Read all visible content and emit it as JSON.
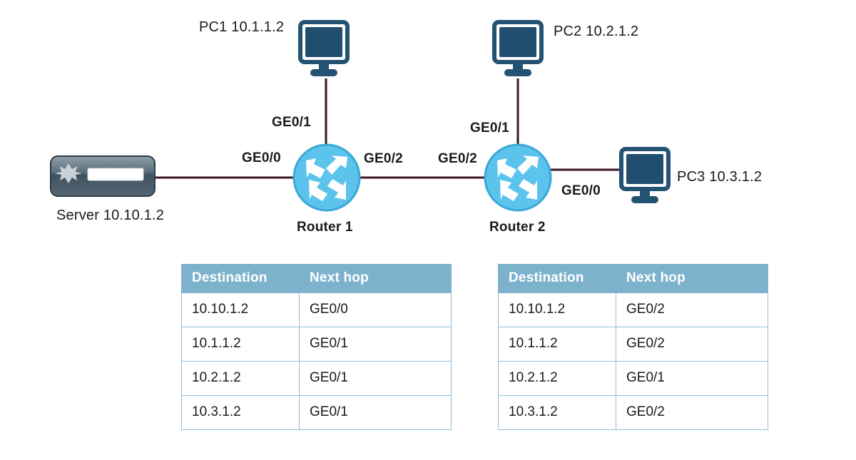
{
  "diagram": {
    "title": "Network routing diagram",
    "colors": {
      "router_fill": "#5cc3ec",
      "router_stroke": "#3aa8d6",
      "pc_body": "#245272",
      "pc_screen": "#1f4e6e",
      "server_body": "#4a5c68",
      "server_dark": "#37454f",
      "link": "#3d1728",
      "table_header_bg": "#7db2cd",
      "table_border": "#8fbfd8",
      "text": "#1a1a1a"
    },
    "hosts": [
      {
        "id": "pc1",
        "label": "PC1 10.1.1.2",
        "icon": "monitor-icon"
      },
      {
        "id": "pc2",
        "label": "PC2 10.2.1.2",
        "icon": "monitor-icon"
      },
      {
        "id": "pc3",
        "label": "PC3 10.3.1.2",
        "icon": "monitor-icon"
      },
      {
        "id": "server",
        "label": "Server 10.10.1.2",
        "icon": "server-icon"
      }
    ],
    "routers": [
      {
        "id": "router1",
        "label": "Router 1",
        "icon": "router-icon"
      },
      {
        "id": "router2",
        "label": "Router 2",
        "icon": "router-icon"
      }
    ],
    "ports": {
      "r1_west": "GE0/0",
      "r1_north": "GE0/1",
      "r1_east": "GE0/2",
      "r2_west": "GE0/2",
      "r2_north": "GE0/1",
      "r2_east": "GE0/0"
    },
    "links": [
      {
        "from": "server",
        "to": "router1",
        "from_port": "",
        "to_port": "GE0/0"
      },
      {
        "from": "pc1",
        "to": "router1",
        "from_port": "",
        "to_port": "GE0/1"
      },
      {
        "from": "router1",
        "to": "router2",
        "from_port": "GE0/2",
        "to_port": "GE0/2"
      },
      {
        "from": "pc2",
        "to": "router2",
        "from_port": "",
        "to_port": "GE0/1"
      },
      {
        "from": "router2",
        "to": "pc3",
        "from_port": "GE0/0",
        "to_port": ""
      }
    ]
  },
  "tables": [
    {
      "id": "router1-routing-table",
      "columns": [
        "Destination",
        "Next hop"
      ],
      "rows": [
        [
          "10.10.1.2",
          "GE0/0"
        ],
        [
          "10.1.1.2",
          "GE0/1"
        ],
        [
          "10.2.1.2",
          "GE0/1"
        ],
        [
          "10.3.1.2",
          "GE0/1"
        ]
      ]
    },
    {
      "id": "router2-routing-table",
      "columns": [
        "Destination",
        "Next hop"
      ],
      "rows": [
        [
          "10.10.1.2",
          "GE0/2"
        ],
        [
          "10.1.1.2",
          "GE0/2"
        ],
        [
          "10.2.1.2",
          "GE0/1"
        ],
        [
          "10.3.1.2",
          "GE0/2"
        ]
      ]
    }
  ]
}
